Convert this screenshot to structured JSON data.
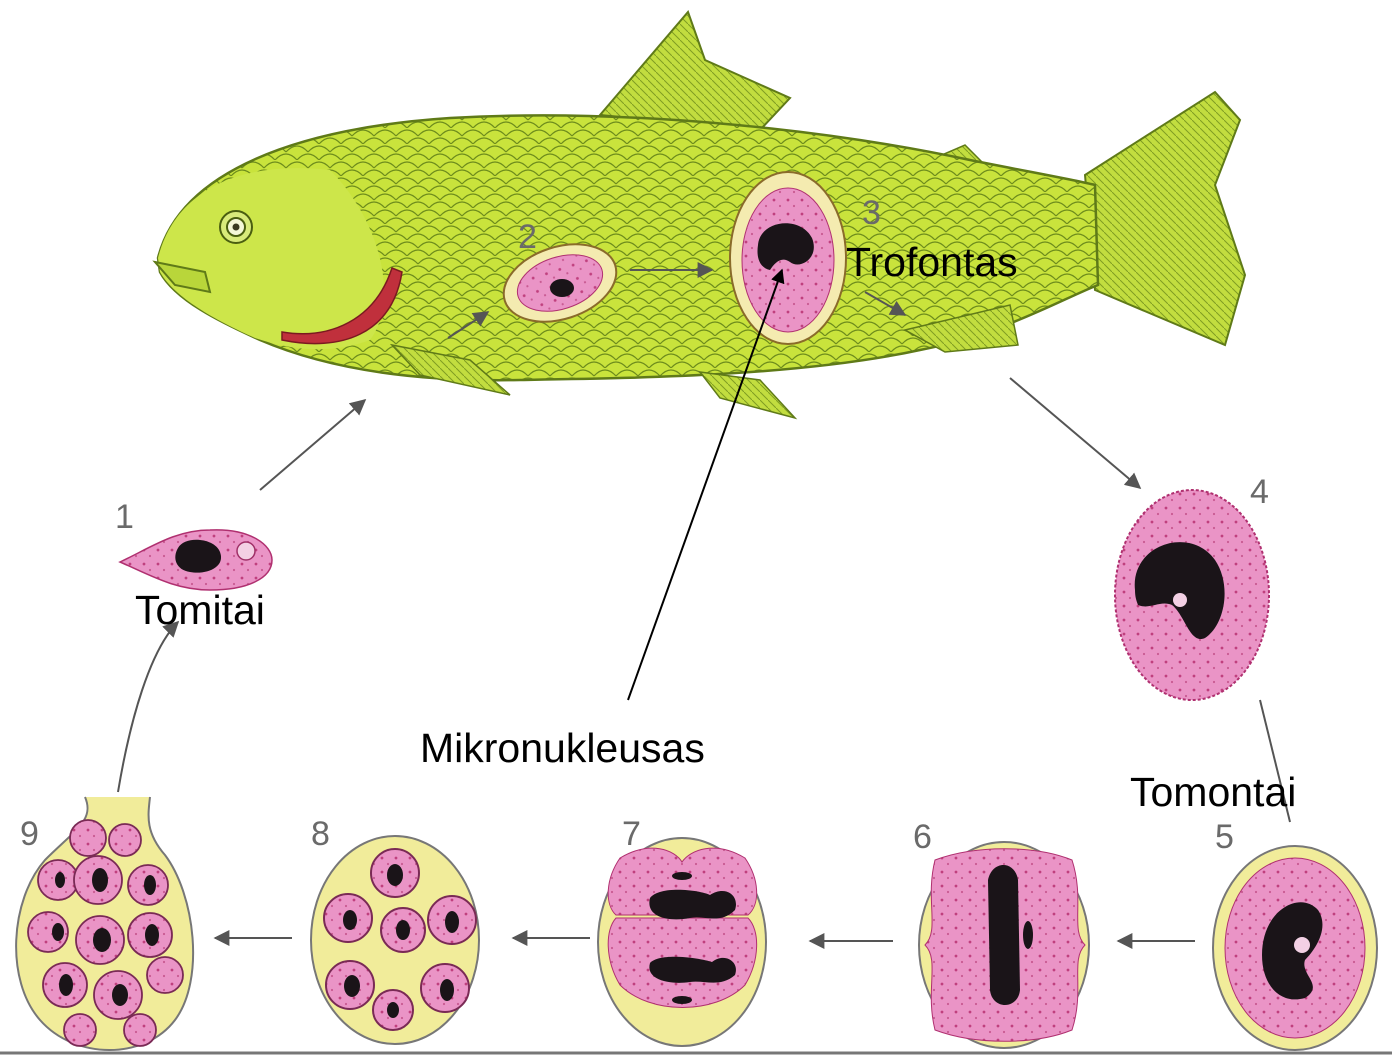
{
  "labels": {
    "tomitai": "Tomitai",
    "trofontas": "Trofontas",
    "mikronukleusas": "Mikronukleusas",
    "tomontai": "Tomontai"
  },
  "stage_numbers": [
    "1",
    "2",
    "3",
    "4",
    "5",
    "6",
    "7",
    "8",
    "9"
  ],
  "colors": {
    "fish_body": "#c8e23a",
    "fish_fin": "#b9d83a",
    "gill": "#c0303c",
    "cell_pink": "#e88cc0",
    "cyst_yellow": "#f1ec9a",
    "nucleus": "#1a1418",
    "arrow": "#555555"
  },
  "icons": [
    "fish-host",
    "ciliate-cell",
    "cyst"
  ]
}
